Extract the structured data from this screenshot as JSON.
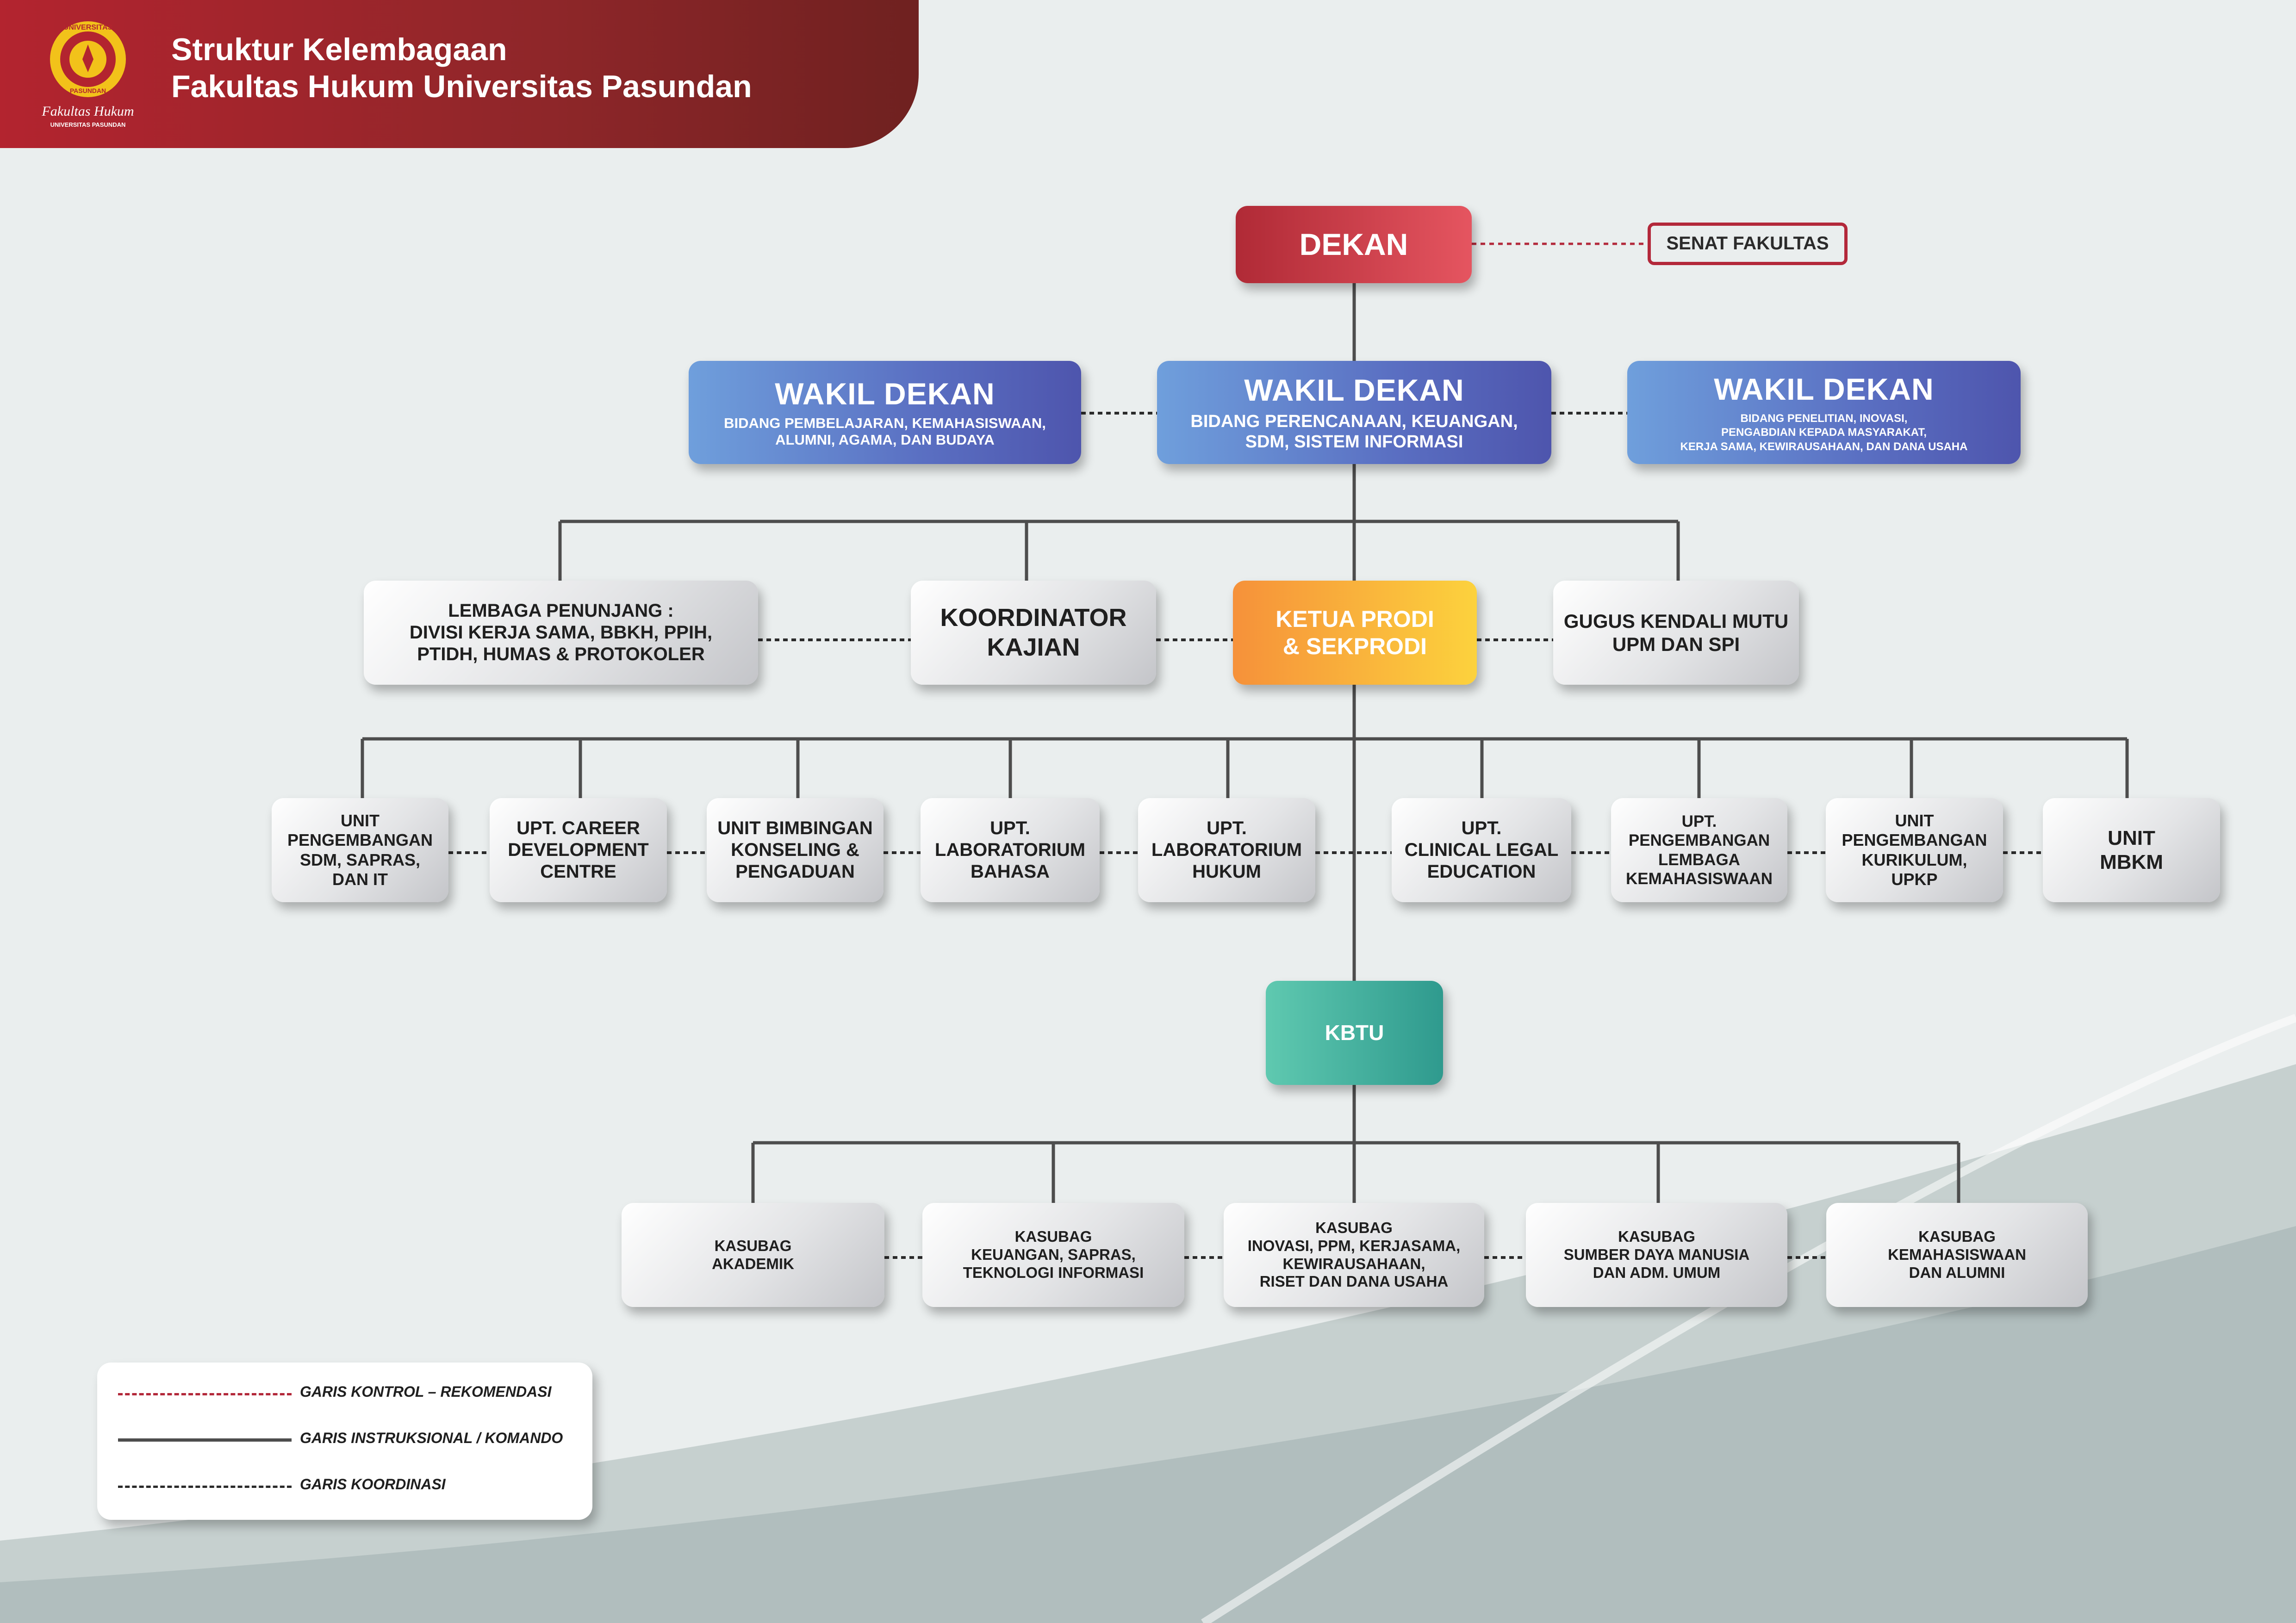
{
  "header": {
    "title_line1": "Struktur Kelembagaan",
    "title_line2": "Fakultas Hukum Universitas Pasundan"
  },
  "logo": {
    "ring_text": "UNIVERSITAS",
    "bottom_text": "PASUNDAN",
    "signature": "Fakultas Hukum",
    "sub": "UNIVERSITAS PASUNDAN"
  },
  "dekan": "DEKAN",
  "senat": "SENAT FAKULTAS",
  "wakil_dekan": [
    {
      "title": "WAKIL DEKAN",
      "lines": [
        "BIDANG PEMBELAJARAN, KEMAHASISWAAN,",
        "ALUMNI, AGAMA, DAN BUDAYA"
      ]
    },
    {
      "title": "WAKIL DEKAN",
      "lines": [
        "BIDANG PERENCANAAN, KEUANGAN,",
        "SDM, SISTEM INFORMASI"
      ]
    },
    {
      "title": "WAKIL DEKAN",
      "lines": [
        "BIDANG PENELITIAN, INOVASI,",
        "PENGABDIAN  KEPADA MASYARAKAT,",
        "KERJA SAMA, KEWIRAUSAHAAN, DAN DANA USAHA"
      ]
    }
  ],
  "level3": [
    {
      "lines": [
        "LEMBAGA PENUNJANG :",
        "DIVISI KERJA SAMA, BBKH, PPIH,",
        "PTIDH, HUMAS & PROTOKOLER"
      ]
    },
    {
      "lines": [
        "KOORDINATOR",
        "KAJIAN"
      ]
    },
    {
      "lines": [
        "KETUA PRODI",
        "& SEKPRODI"
      ]
    },
    {
      "lines": [
        "GUGUS KENDALI MUTU",
        "UPM DAN SPI"
      ]
    }
  ],
  "units": [
    {
      "lines": [
        "UNIT",
        "PENGEMBANGAN",
        "SDM, SAPRAS,",
        "DAN IT"
      ]
    },
    {
      "lines": [
        "UPT. CAREER",
        "DEVELOPMENT",
        "CENTRE"
      ]
    },
    {
      "lines": [
        "UNIT BIMBINGAN",
        "KONSELING &",
        "PENGADUAN"
      ]
    },
    {
      "lines": [
        "UPT.",
        "LABORATORIUM",
        "BAHASA"
      ]
    },
    {
      "lines": [
        "UPT.",
        "LABORATORIUM",
        "HUKUM"
      ]
    },
    {
      "lines": [
        "UPT.",
        "CLINICAL LEGAL",
        "EDUCATION"
      ]
    },
    {
      "lines": [
        "UPT.",
        "PENGEMBANGAN",
        "LEMBAGA",
        "KEMAHASISWAAN"
      ]
    },
    {
      "lines": [
        "UNIT",
        "PENGEMBANGAN",
        "KURIKULUM,",
        "UPKP"
      ]
    },
    {
      "lines": [
        "UNIT",
        "MBKM"
      ]
    }
  ],
  "kbtu": "KBTU",
  "kasubag": [
    {
      "lines": [
        "KASUBAG",
        "AKADEMIK"
      ]
    },
    {
      "lines": [
        "KASUBAG",
        "KEUANGAN, SAPRAS,",
        "TEKNOLOGI INFORMASI"
      ]
    },
    {
      "lines": [
        "KASUBAG",
        "INOVASI, PPM, KERJASAMA,",
        "KEWIRAUSAHAAN,",
        "RISET DAN DANA USAHA"
      ]
    },
    {
      "lines": [
        "KASUBAG",
        "SUMBER DAYA MANUSIA",
        "DAN ADM. UMUM"
      ]
    },
    {
      "lines": [
        "KASUBAG",
        "KEMAHASISWAAN",
        "DAN ALUMNI"
      ]
    }
  ],
  "legend": {
    "control": "GARIS KONTROL – REKOMENDASI",
    "command": "GARIS INSTRUKSIONAL / KOMANDO",
    "coordination": "GARIS KOORDINASI"
  },
  "colors": {
    "header_red": "#b3242f",
    "dekan_red": "#d9434f",
    "wakil_blue": "#5a6fc2",
    "prodi_orange": "#f8a63a",
    "kbtu_teal": "#3fb39f",
    "control_line": "#b3283a",
    "command_line": "#4d4d4d"
  }
}
